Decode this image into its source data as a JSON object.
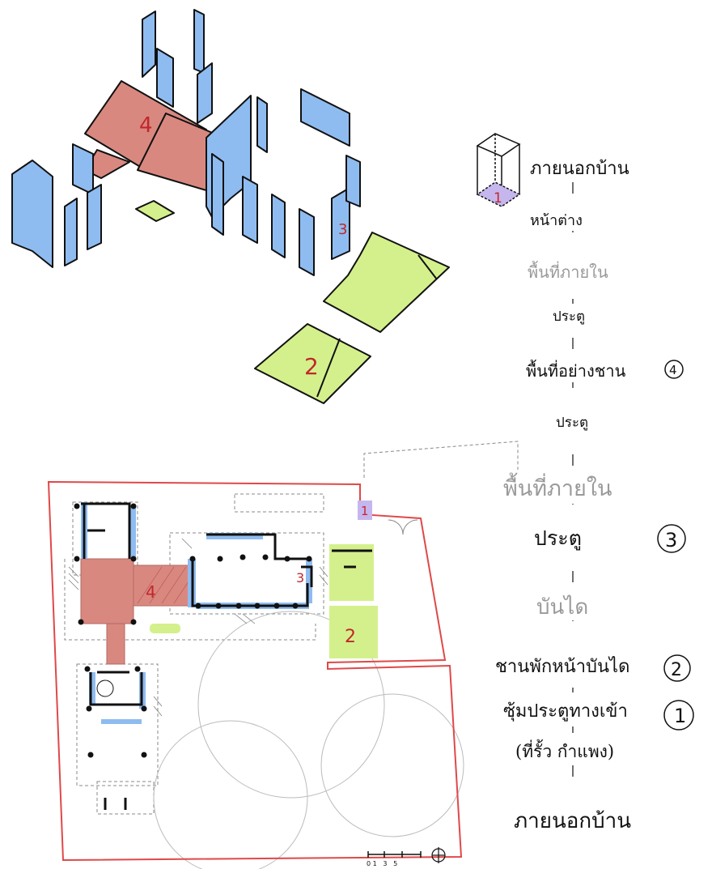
{
  "colors": {
    "wall_blue": "#8fbcf0",
    "zone_red": "#d98880",
    "zone_green": "#d4f08c",
    "zone_purple": "#c6b6ee",
    "boundary_red": "#e04848",
    "number_red": "#c0282a",
    "ink": "#111111",
    "grey_text": "#9a9a9a"
  },
  "axonometric": {
    "label_4": "4",
    "label_3": "3",
    "label_2": "2"
  },
  "plan": {
    "label_1": "1",
    "label_2": "2",
    "label_3": "3",
    "label_4": "4",
    "scale_text": "0 1   3   5"
  },
  "sequence": {
    "cube_label": "1",
    "steps": [
      {
        "text": "ภายนอกบ้าน",
        "style": "dark",
        "marker": ""
      },
      {
        "text": "หน้าต่าง",
        "style": "dark",
        "marker": ""
      },
      {
        "text": "พื้นที่ภายใน",
        "style": "grey",
        "marker": ""
      },
      {
        "text": "ประตู",
        "style": "dark",
        "marker": ""
      },
      {
        "text": "พื้นที่อย่างชาน",
        "style": "dark",
        "marker": "4"
      },
      {
        "text": "ประตู",
        "style": "dark",
        "marker": ""
      },
      {
        "text": "พื้นที่ภายใน",
        "style": "grey",
        "marker": ""
      },
      {
        "text": "ประตู",
        "style": "dark",
        "marker": "3"
      },
      {
        "text": "บันได",
        "style": "grey",
        "marker": ""
      },
      {
        "text": "ชานพักหน้าบันได",
        "style": "dark",
        "marker": "2"
      },
      {
        "text": "ซุ้มประตูทางเข้า",
        "style": "dark",
        "marker": "1"
      },
      {
        "text": "(ที่รั้ว กำแพง)",
        "style": "dark",
        "marker": ""
      },
      {
        "text": "ภายนอกบ้าน",
        "style": "dark",
        "marker": ""
      }
    ]
  }
}
